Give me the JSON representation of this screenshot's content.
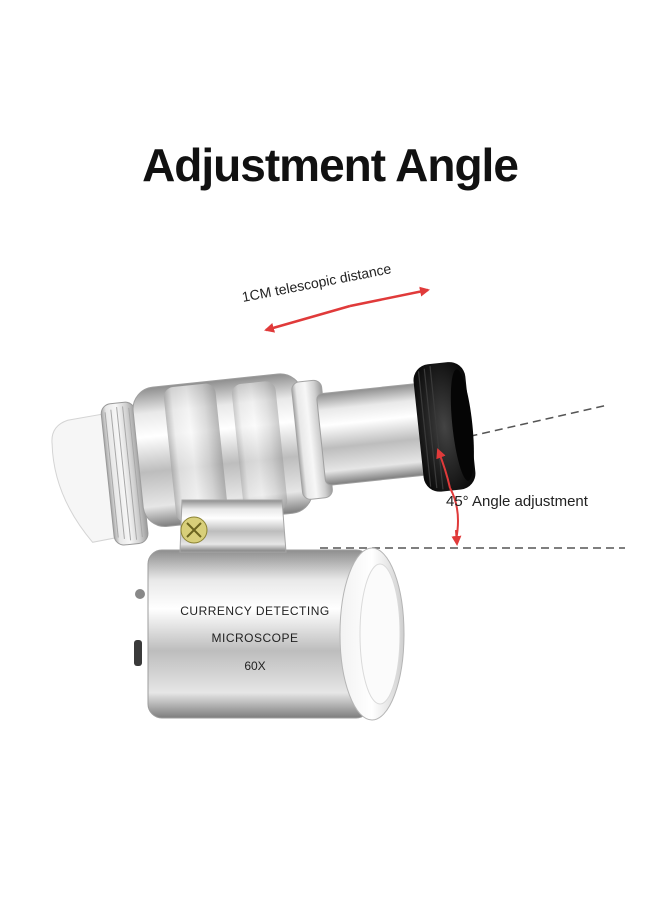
{
  "title": "Adjustment Angle",
  "annotations": {
    "telescopic": "1CM telescopic distance",
    "angle": "45° Angle adjustment"
  },
  "body_print": {
    "line1": "CURRENCY DETECTING",
    "line2": "MICROSCOPE",
    "line3": "60X"
  },
  "colors": {
    "arrow": "#e03a3a",
    "silver_light": "#f4f4f4",
    "silver_dark": "#9a9a9a",
    "eyepiece": "#1a1a1a",
    "dash": "#555555"
  }
}
